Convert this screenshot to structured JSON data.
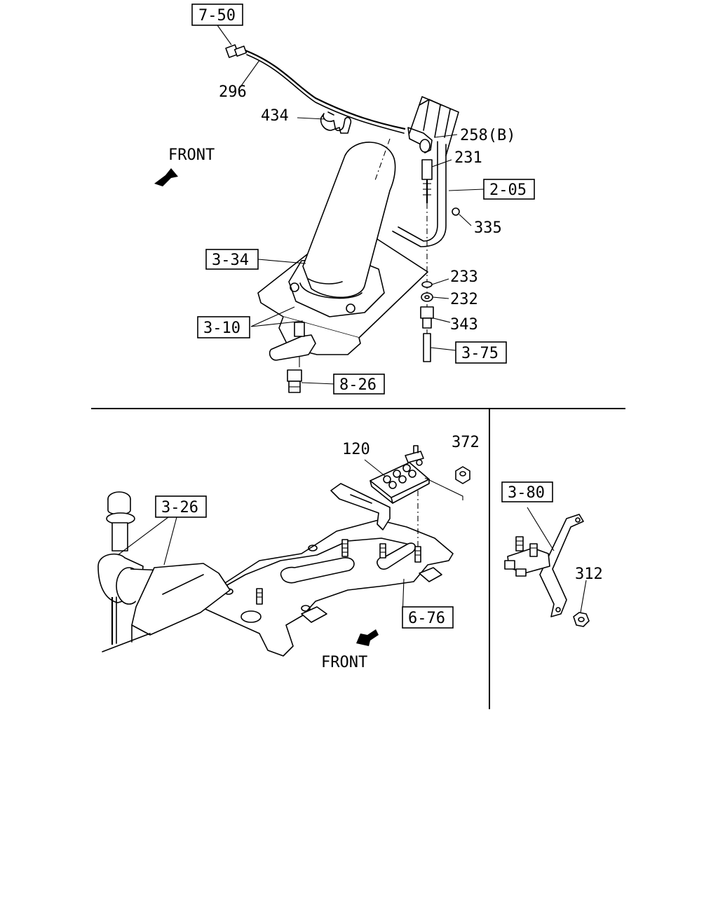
{
  "top_section": {
    "ref_boxes": {
      "r750": "7-50",
      "r205": "2-05",
      "r334": "3-34",
      "r310": "3-10",
      "r375": "3-75",
      "r826": "8-26"
    },
    "part_numbers": {
      "p296": "296",
      "p434": "434",
      "p258b": "258(B)",
      "p231": "231",
      "p335": "335",
      "p233": "233",
      "p232": "232",
      "p343": "343"
    },
    "front_label": "FRONT"
  },
  "bottom_left_section": {
    "ref_boxes": {
      "r326": "3-26",
      "r676": "6-76"
    },
    "part_numbers": {
      "p120": "120",
      "p372": "372"
    },
    "front_label": "FRONT"
  },
  "bottom_right_section": {
    "ref_boxes": {
      "r380": "3-80"
    },
    "part_numbers": {
      "p312": "312"
    }
  }
}
